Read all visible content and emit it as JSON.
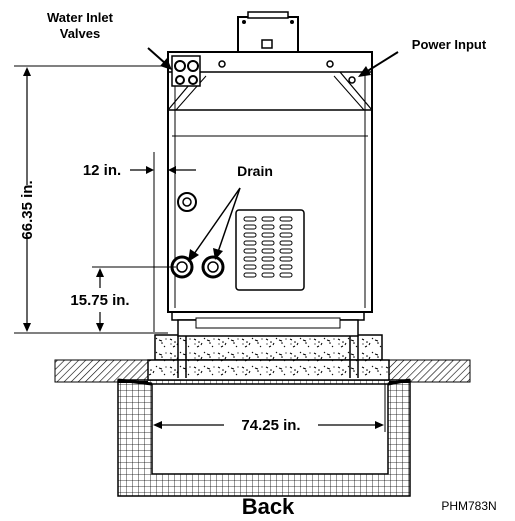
{
  "labels": {
    "water_inlet_line1": "Water Inlet",
    "water_inlet_line2": "Valves",
    "power_input": "Power Input",
    "drain": "Drain",
    "view": "Back",
    "figure_code": "PHM783N"
  },
  "dimensions": {
    "height": "66.35 in.",
    "side_offset": "12 in.",
    "drain_height": "15.75 in.",
    "base_width": "74.25 in."
  }
}
